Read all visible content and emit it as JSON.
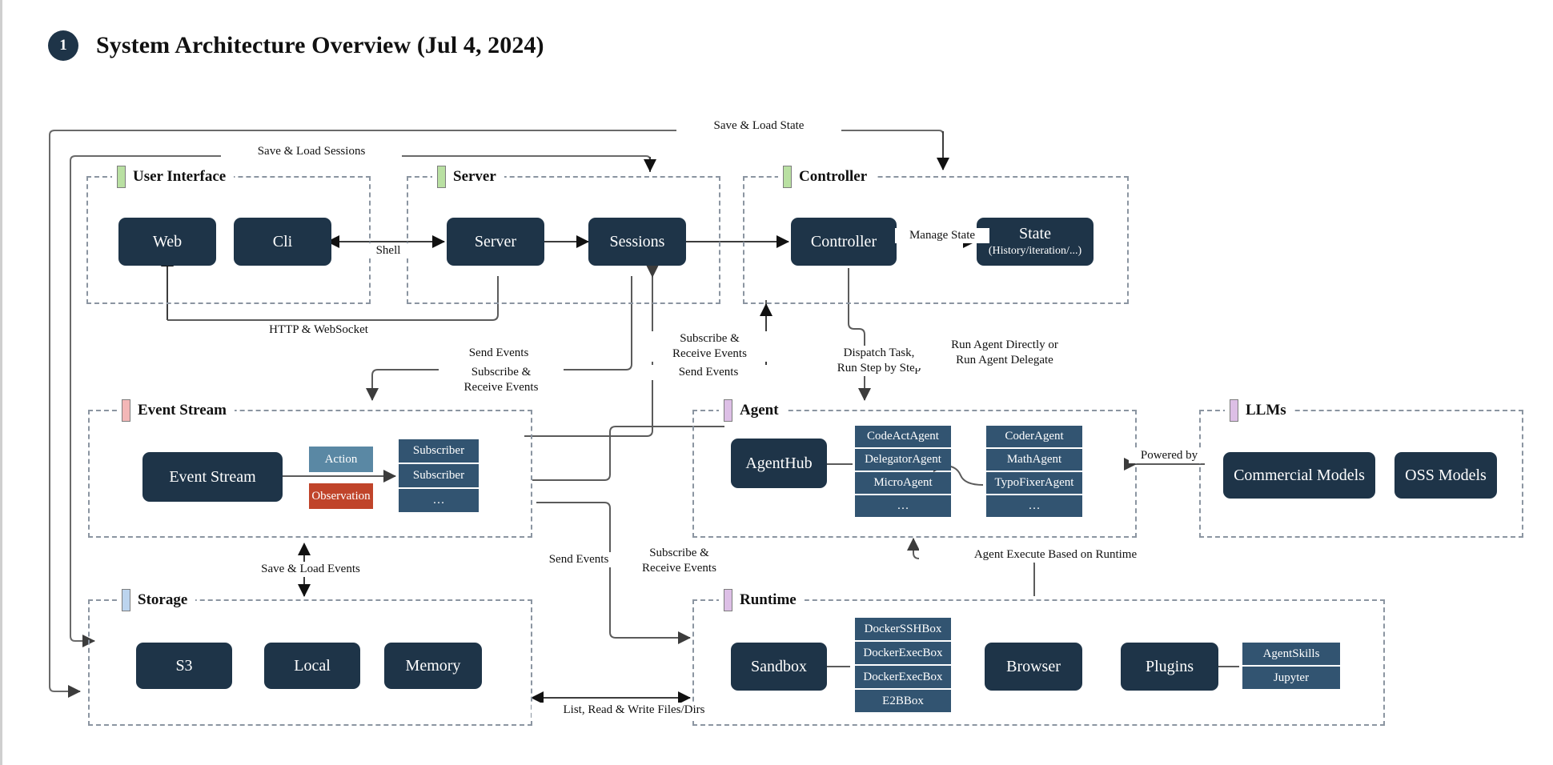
{
  "header": {
    "badge": "1",
    "title": "System Architecture Overview (Jul 4, 2024)"
  },
  "groups": {
    "user_interface": {
      "label": "User Interface",
      "accent": "#b9e0a2"
    },
    "server": {
      "label": "Server",
      "accent": "#b9e0a2"
    },
    "controller": {
      "label": "Controller",
      "accent": "#b9e0a2"
    },
    "event_stream": {
      "label": "Event Stream",
      "accent": "#f3b7b7"
    },
    "agent": {
      "label": "Agent",
      "accent": "#ddbfe6"
    },
    "llms": {
      "label": "LLMs",
      "accent": "#ddbfe6"
    },
    "storage": {
      "label": "Storage",
      "accent": "#bcd4ee"
    },
    "runtime": {
      "label": "Runtime",
      "accent": "#ddbfe6"
    }
  },
  "nodes": {
    "web": "Web",
    "cli": "Cli",
    "server": "Server",
    "sessions": "Sessions",
    "controller": "Controller",
    "state_title": "State",
    "state_sub": "(History/iteration/...)",
    "event_stream": "Event Stream",
    "agent_hub": "AgentHub",
    "commercial_models": "Commercial Models",
    "oss_models": "OSS Models",
    "s3": "S3",
    "local": "Local",
    "memory": "Memory",
    "sandbox": "Sandbox",
    "browser": "Browser",
    "plugins": "Plugins"
  },
  "chips": {
    "event_types": [
      {
        "label": "Action",
        "kind": "action"
      },
      {
        "label": "Observation",
        "kind": "observation"
      }
    ],
    "subscribers": [
      "Subscriber",
      "Subscriber",
      "…"
    ],
    "agents_primary": [
      "CodeActAgent",
      "DelegatorAgent",
      "MicroAgent",
      "…"
    ],
    "agents_secondary": [
      "CoderAgent",
      "MathAgent",
      "TypoFixerAgent",
      "…"
    ],
    "sandboxes": [
      "DockerSSHBox",
      "DockerExecBox",
      "DockerExecBox",
      "E2BBox"
    ],
    "plugin_items": [
      "AgentSkills",
      "Jupyter"
    ]
  },
  "edge_labels": {
    "save_load_state": "Save & Load State",
    "save_load_sessions": "Save & Load Sessions",
    "shell": "Shell",
    "manage_state": "Manage State",
    "http_websocket": "HTTP & WebSocket",
    "send_events_1": "Send Events",
    "subscribe_receive_1": "Subscribe &\nReceive Events",
    "subscribe_receive_2": "Subscribe &\nReceive Events",
    "send_events_2": "Send Events",
    "dispatch_task": "Dispatch Task,\nRun Step by Step",
    "run_agent": "Run Agent Directly or\nRun Agent Delegate",
    "powered_by": "Powered by",
    "save_load_events": "Save & Load Events",
    "send_events_3": "Send Events",
    "subscribe_receive_3": "Subscribe &\nReceive Events",
    "agent_execute": "Agent Execute Based on Runtime",
    "list_read_write": "List, Read & Write Files/Dirs"
  },
  "colors": {
    "node_fill": "#1e3448",
    "chip_fill": "#325471",
    "action_fill": "#5a88a4",
    "observation_fill": "#c0442a",
    "group_border": "#8b95a1",
    "edge": "#5b5b5b"
  }
}
